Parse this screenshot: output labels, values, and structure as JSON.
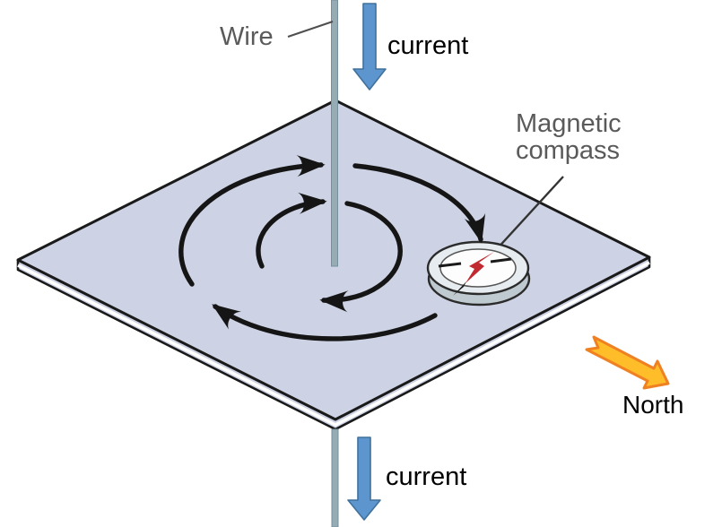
{
  "diagram": {
    "labels": {
      "wire": "Wire",
      "current_top": "current",
      "current_bottom": "current",
      "magnetic_compass_line1": "Magnetic",
      "magnetic_compass_line2": "compass",
      "north": "North"
    },
    "colors": {
      "platform_fill": "#cdd3e4",
      "wire_fill": "#95acb4",
      "field_line": "#151515",
      "current_arrow_fill": "#5d95cf",
      "current_arrow_border": "#41719c",
      "north_arrow_fill": "#ffbd2a",
      "north_arrow_border": "#f08122",
      "compass_needle_red": "#c02a30",
      "label_gray": "#5a5a5a",
      "label_black": "#000000"
    }
  }
}
